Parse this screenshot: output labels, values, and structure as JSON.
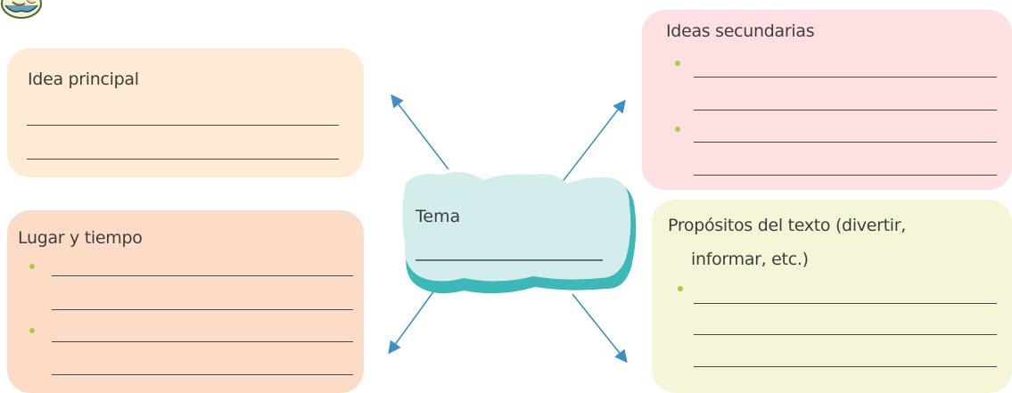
{
  "colors": {
    "idea_principal_bg": "#fdebd3",
    "lugar_bg": "#fddcc7",
    "ideas_secundarias_bg": "#fde1e2",
    "propositos_bg": "#f5f6d8",
    "tema_fill": "#d3ecec",
    "tema_shadow": "#3cb8b6",
    "arrow": "#3e8fc6",
    "bullet": "#a6cf3e",
    "line": "#4a4a4a"
  },
  "icons": {
    "corner_illustration": "reading-person-icon"
  },
  "boxes": {
    "idea_principal": {
      "title": "Idea principal"
    },
    "lugar_tiempo": {
      "title": "Lugar y tiempo"
    },
    "ideas_secundarias": {
      "title": "Ideas secundarias"
    },
    "propositos": {
      "title_line1": "Propósitos del texto (divertir,",
      "title_line2": "informar, etc.)"
    }
  },
  "center": {
    "label": "Tema"
  }
}
